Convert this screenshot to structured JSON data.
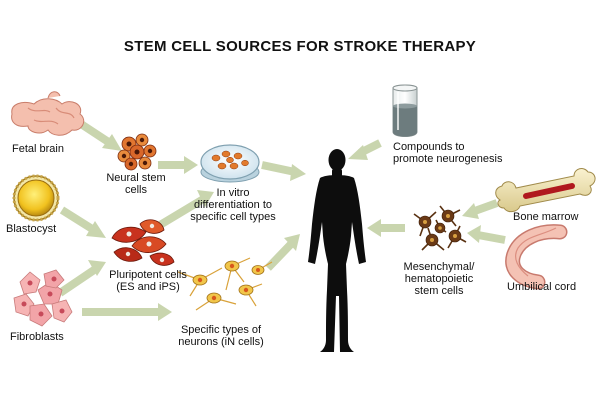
{
  "title": "STEM CELL SOURCES FOR STROKE THERAPY",
  "labels": {
    "fetal_brain": "Fetal brain",
    "neural_stem_cells_1": "Neural stem",
    "neural_stem_cells_2": "cells",
    "blastocyst": "Blastocyst",
    "in_vitro_1": "In vitro",
    "in_vitro_2": "differentiation to",
    "in_vitro_3": "specific cell types",
    "pluripotent_1": "Pluripotent cells",
    "pluripotent_2": "(ES and iPS)",
    "fibroblasts": "Fibroblasts",
    "specific_neurons_1": "Specific types of",
    "specific_neurons_2": "neurons (iN cells)",
    "compounds_1": "Compounds to",
    "compounds_2": "promote neurogenesis",
    "bone_marrow": "Bone marrow",
    "mesenchymal_1": "Mesenchymal/",
    "mesenchymal_2": "hematopoietic",
    "mesenchymal_3": "stem cells",
    "umbilical_cord": "Umbilical cord"
  },
  "icons": {
    "fetal_brain": "fetal-brain-icon",
    "neural_stem_cells": "neural-stem-cells-icon",
    "blastocyst": "blastocyst-icon",
    "petri_dish": "petri-dish-icon",
    "pluripotent_cells": "pluripotent-cells-icon",
    "fibroblasts": "fibroblasts-icon",
    "neurons": "neurons-icon",
    "compounds_vial": "vial-icon",
    "human_figure": "human-silhouette-icon",
    "bone": "bone-icon",
    "mesenchymal_cells": "mesenchymal-cells-icon",
    "umbilical_cord": "umbilical-cord-icon"
  },
  "colors": {
    "arrow": "#c9d5ae",
    "tissue_pink": "#f2b9a8",
    "cell_orange": "#e06a2a",
    "cell_red": "#c8321e",
    "nucleus_dark": "#4a1808",
    "silhouette": "#0d0d0d",
    "bone_marrow_red": "#b0181e"
  }
}
